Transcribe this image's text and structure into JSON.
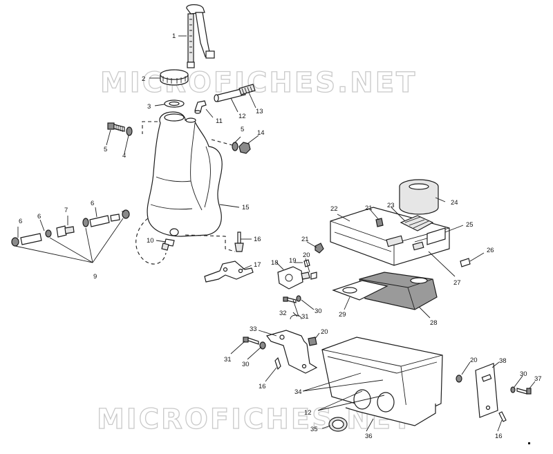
{
  "watermark": {
    "text": "MICROFICHES.NET",
    "color": "#c9c9c9"
  },
  "callouts": {
    "c1": "1",
    "c2": "2",
    "c3": "3",
    "c4": "4",
    "c5a": "5",
    "c5b": "5",
    "c6a": "6",
    "c6b": "6",
    "c6c": "6",
    "c7": "7",
    "c9": "9",
    "c10": "10",
    "c11": "11",
    "c12a": "12",
    "c12b": "12",
    "c13": "13",
    "c14": "14",
    "c15": "15",
    "c16a": "16",
    "c16b": "16",
    "c16c": "16",
    "c17": "17",
    "c18": "18",
    "c19": "19",
    "c20a": "20",
    "c20b": "20",
    "c20c": "20",
    "c21a": "21",
    "c21b": "21",
    "c22": "22",
    "c23": "23",
    "c24": "24",
    "c25": "25",
    "c26": "26",
    "c27": "27",
    "c28": "28",
    "c29": "29",
    "c30a": "30",
    "c30b": "30",
    "c30c": "30",
    "c31a": "31",
    "c31b": "31",
    "c32": "32",
    "c33": "33",
    "c34": "34",
    "c35": "35",
    "c36": "36",
    "c37": "37",
    "c38": "38"
  }
}
